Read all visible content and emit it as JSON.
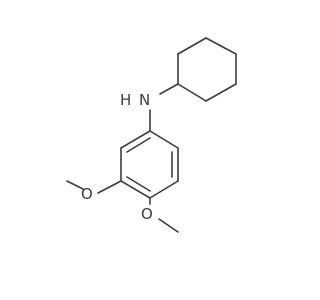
{
  "molecule": {
    "atoms": {
      "amine_n": "H\nN",
      "methoxy_o_3": "O",
      "methoxy_o_4": "O"
    },
    "colors": {
      "bond": "#3c3c3c",
      "label": "#3c3c3c",
      "background": "#ffffff"
    }
  }
}
